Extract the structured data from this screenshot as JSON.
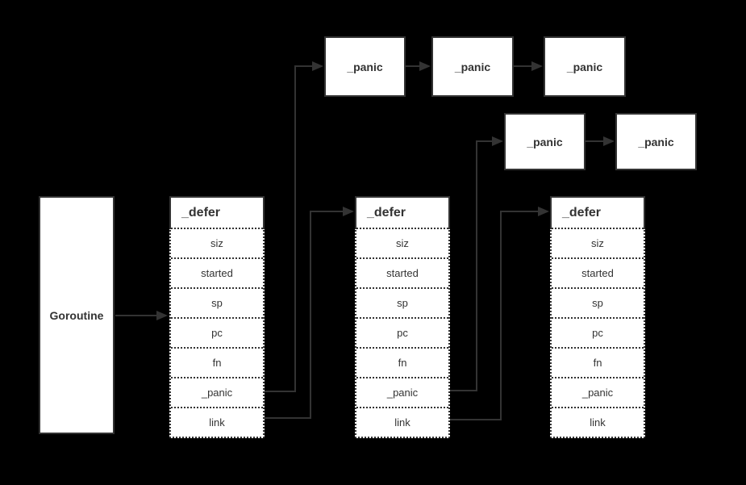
{
  "colors": {
    "background": "#000000",
    "box_fill": "#ffffff",
    "line": "#333333",
    "text": "#333333"
  },
  "goroutine": {
    "label": "Goroutine"
  },
  "defer_boxes": [
    {
      "title": "_defer",
      "fields": [
        "siz",
        "started",
        "sp",
        "pc",
        "fn",
        "_panic",
        "link"
      ]
    },
    {
      "title": "_defer",
      "fields": [
        "siz",
        "started",
        "sp",
        "pc",
        "fn",
        "_panic",
        "link"
      ]
    },
    {
      "title": "_defer",
      "fields": [
        "siz",
        "started",
        "sp",
        "pc",
        "fn",
        "_panic",
        "link"
      ]
    }
  ],
  "panic_boxes": [
    {
      "label": "_panic"
    },
    {
      "label": "_panic"
    },
    {
      "label": "_panic"
    },
    {
      "label": "_panic"
    },
    {
      "label": "_panic"
    }
  ]
}
